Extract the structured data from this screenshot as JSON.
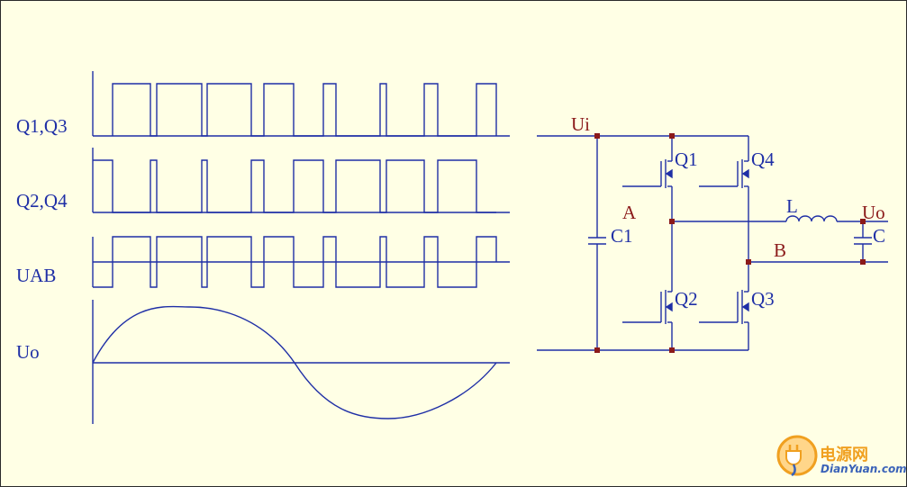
{
  "waveforms": {
    "labels": [
      "Q1,Q3",
      "Q2,Q4",
      "UAB",
      "Uo"
    ]
  },
  "circuit": {
    "labels": {
      "ui": "Ui",
      "q1": "Q1",
      "q2": "Q2",
      "q3": "Q3",
      "q4": "Q4",
      "c1": "C1",
      "a": "A",
      "b": "B",
      "l": "L",
      "c": "C",
      "uo": "Uo"
    }
  },
  "watermark": {
    "main": "电源网",
    "sub": "DianYuan.com"
  },
  "colors": {
    "wire": "#1f2fa6",
    "node": "#8b1a1a",
    "background": "#ffffe5",
    "logo_orange": "#f0a020",
    "logo_blue": "#3a62b8"
  }
}
